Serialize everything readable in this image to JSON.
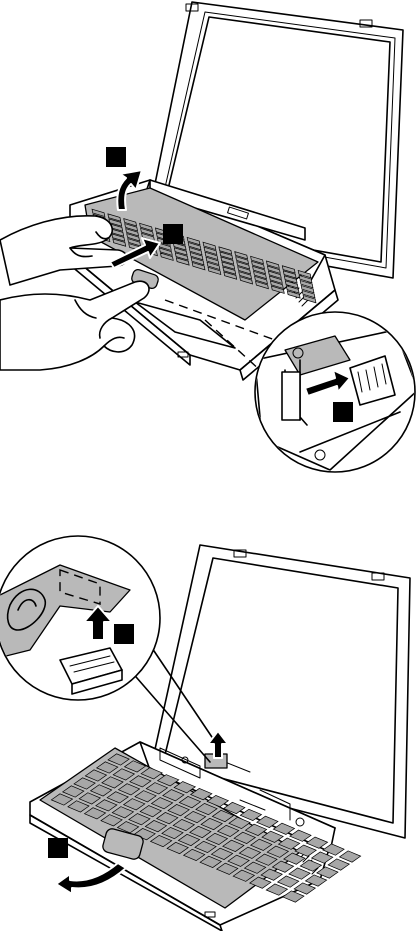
{
  "figures": [
    {
      "name": "keyboard-lift-step",
      "markers": [
        {
          "id": "marker-1",
          "label": ""
        },
        {
          "id": "marker-2",
          "label": ""
        },
        {
          "id": "marker-3",
          "label": ""
        }
      ]
    },
    {
      "name": "cable-disconnect-step",
      "markers": [
        {
          "id": "marker-4",
          "label": ""
        },
        {
          "id": "marker-5",
          "label": ""
        }
      ]
    }
  ],
  "colors": {
    "outline": "#000000",
    "keyboard_fill": "#a7a7a7",
    "background": "#ffffff",
    "marker_fill": "#000000"
  }
}
